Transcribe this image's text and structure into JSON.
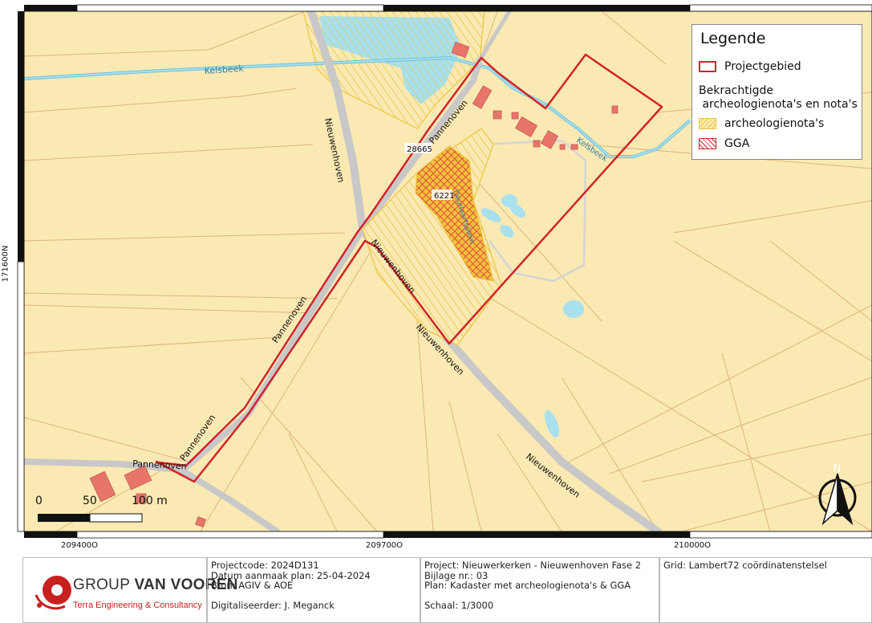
{
  "map": {
    "roads": [
      "Kelsbeek",
      "Nieuwenhoven",
      "Pannenoven"
    ],
    "labels": {
      "kelsbeek_west": "Kelsbeek",
      "kelsbeek_east": "Kelsbeek",
      "nieuwenhoven_1": "Nieuwenhoven",
      "nieuwenhoven_2": "Nieuwenhoven",
      "nieuwenhoven_3": "Nieuwenhoven",
      "nieuwenhoven_4": "Nieuwenhoven",
      "pannenoven_1": "Pannenoven",
      "pannenoven_2": "Pannenoven",
      "pannenoven_3": "Pannenoven",
      "pannenoven_4": "Pannenoven",
      "parcel_28665": "28665",
      "parcel_6221": "6221",
      "cut_label": "Deurlaartsplein"
    },
    "colors": {
      "parcel_fill": "#fbe9b3",
      "parcel_line": "#dcb47a",
      "water": "#a8e0ee",
      "river": "#6cc3db",
      "road": "#c8c8c8",
      "project_border": "#d2232a",
      "hatch_yellow": "#f0d236",
      "building": "#e8756a"
    }
  },
  "legend": {
    "title": "Legende",
    "project": "Projectgebied",
    "group_line1": "Bekrachtigde",
    "group_line2": " archeologienota's en nota's",
    "archeologienota": "archeologienota's",
    "gga": "GGA"
  },
  "scalebar": {
    "t0": "0",
    "t50": "50",
    "t100": "100 m"
  },
  "north_label": "N",
  "axes": {
    "x_ticks": [
      "209400O",
      "209700O",
      "210000O"
    ],
    "y_tick": "171600N"
  },
  "footer": {
    "company": "GROUP VAN VOOREN",
    "company_bold": "VAN VOOREN",
    "company_prefix": "GROUP",
    "tagline": "Terra Engineering & Consultancy",
    "col1": {
      "line1": "Projectcode: 2024D131",
      "line2": "Datum aanmaak plan: 25-04-2024",
      "line3": "Bron: AGIV & AOE",
      "line4": "Digitaliseerder: J. Meganck"
    },
    "col2": {
      "line1": "Project: Nieuwerkerken - Nieuwenhoven Fase 2",
      "line2": "Bijlage nr.: 03",
      "line3": "Plan: Kadaster met archeologienota's & GGA",
      "line4": "Schaal: 1/3000"
    },
    "col3": {
      "line1": "Grid: Lambert72 coördinatenstelsel"
    }
  }
}
